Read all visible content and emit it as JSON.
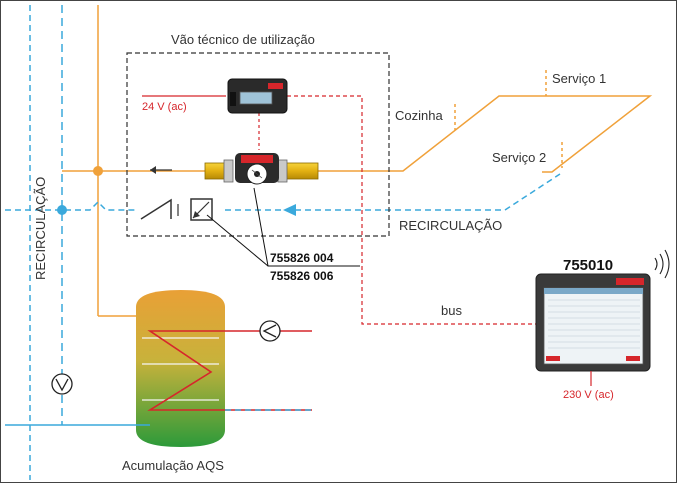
{
  "labels": {
    "box_title": "Vão técnico de utilização",
    "voltage_meter": "24 V (ac)",
    "kitchen": "Cozinha",
    "service1": "Serviço 1",
    "service2": "Serviço 2",
    "recirc_vertical": "RECIRCULAÇÃO",
    "recirc_horizontal": "RECIRCULAÇÃO",
    "codes": [
      "755826 004",
      "755826 006"
    ],
    "bus": "bus",
    "device_code": "755010",
    "voltage_device": "230 V (ac)",
    "tank": "Acumulação AQS"
  },
  "colors": {
    "hot_water": "#f0a13a",
    "recirculation": "#3aa9dc",
    "signal": "#d6262b",
    "cold_water": "#3aa9dc"
  },
  "icons": [
    "pump-icon",
    "check-valve-icon",
    "meter-icon",
    "display-meter-icon",
    "wireless-icon",
    "monitoring-device-icon"
  ]
}
